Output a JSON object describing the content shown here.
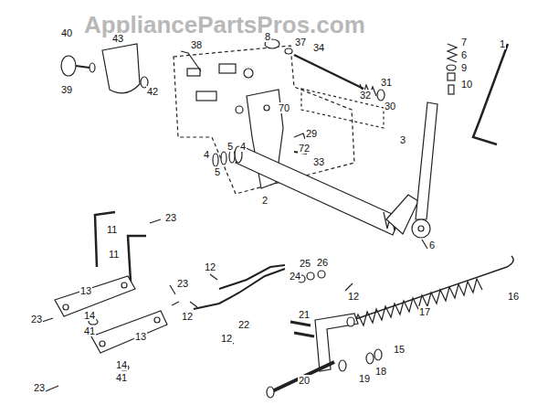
{
  "diagram": {
    "labels": [
      "AppliancePartsPros.com",
      "40",
      "43",
      "38",
      "39",
      "42",
      "8",
      "37",
      "34",
      "70",
      "31",
      "32",
      "30",
      "29",
      "72",
      "33",
      "4",
      "5",
      "5",
      "4",
      "2",
      "7",
      "6",
      "9",
      "10",
      "1",
      "3",
      "6",
      "16",
      "11",
      "23",
      "11",
      "23",
      "13",
      "23",
      "14",
      "41",
      "13",
      "23",
      "14",
      "41",
      "12",
      "12",
      "12",
      "22",
      "24",
      "25",
      "26",
      "12",
      "21",
      "17",
      "15",
      "18",
      "19",
      "20"
    ]
  }
}
